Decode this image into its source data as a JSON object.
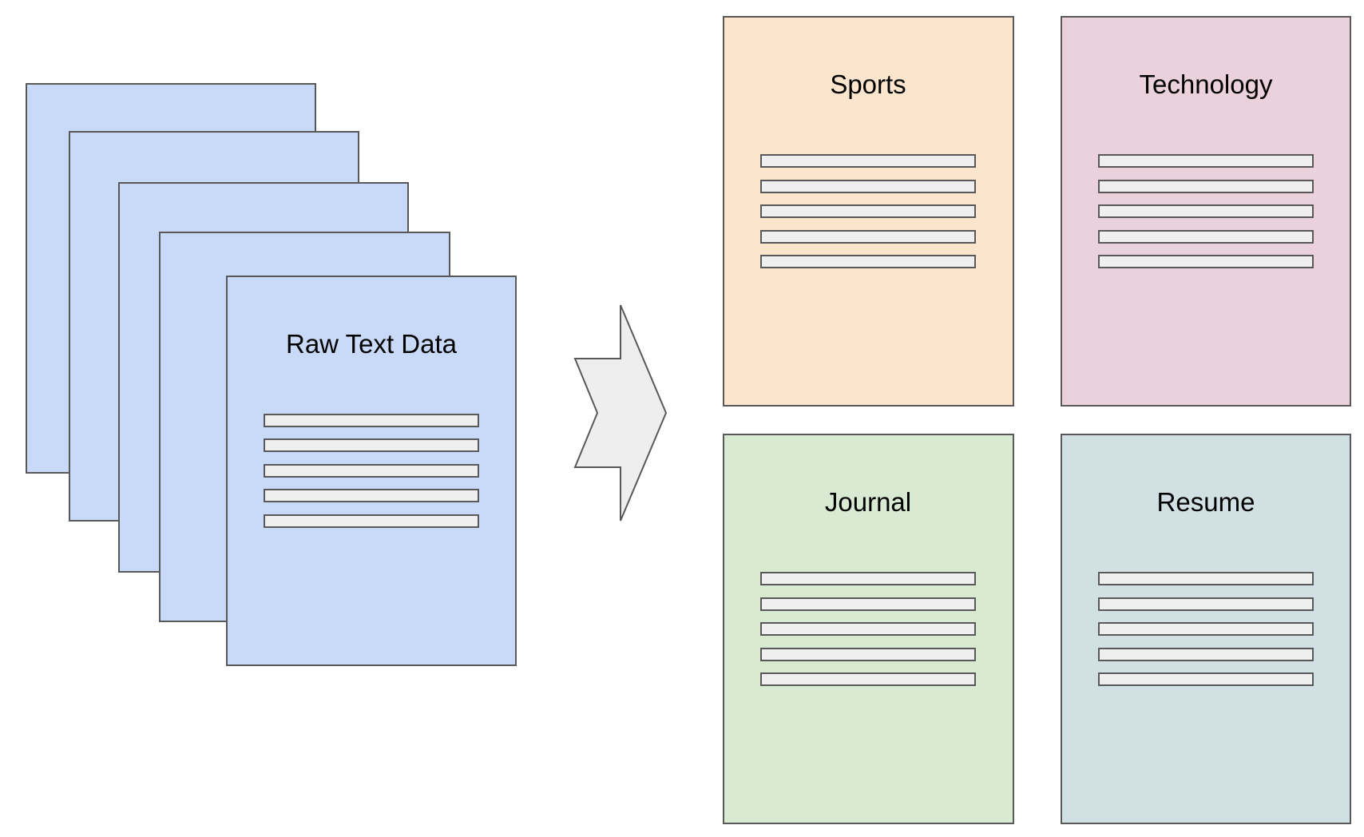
{
  "source": {
    "label": "Raw Text Data",
    "stack_count": 5,
    "fill": "#c9daf8"
  },
  "categories": [
    {
      "label": "Sports",
      "fill": "#fce5cd"
    },
    {
      "label": "Technology",
      "fill": "#ead1dc"
    },
    {
      "label": "Journal",
      "fill": "#d9ead3"
    },
    {
      "label": "Resume",
      "fill": "#d0e0e3"
    }
  ],
  "text_line_count": 5,
  "colors": {
    "stroke": "#595959",
    "text_line_fill": "#efefef",
    "arrow_fill": "#eeeeee"
  }
}
